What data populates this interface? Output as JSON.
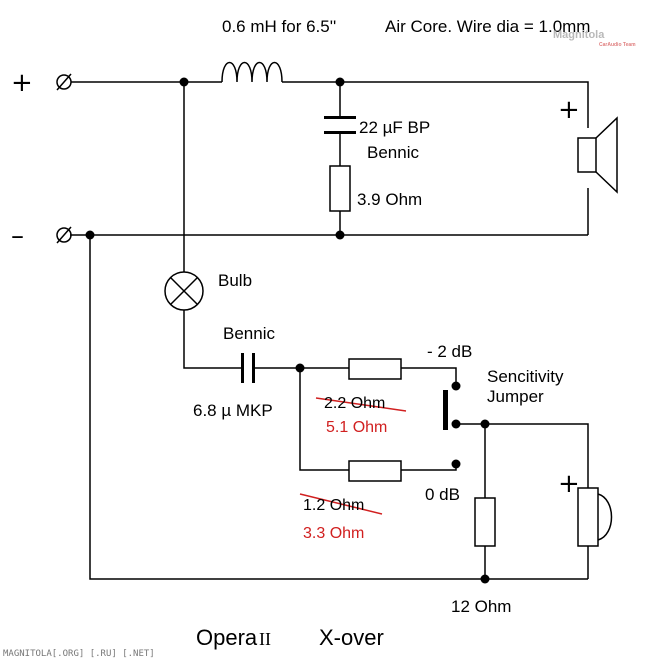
{
  "labels": {
    "inductor": "0.6 mH for 6.5''",
    "air_core": "Air  Core. Wire dia = 1.0mm",
    "cap_22": "22 µF BP",
    "cap_22_brand": "Bennic",
    "res_39": "3.9 Ohm",
    "bulb": "Bulb",
    "cap_68_brand": "Bennic",
    "cap_68": "6.8 µ MKP",
    "minus_2db": "- 2 dB",
    "jumper_line1": "Sencitivity",
    "jumper_line2": "Jumper",
    "res_22_old": "2.2 Ohm",
    "res_22_new": "5.1 Ohm",
    "zero_db": "0 dB",
    "res_12_old": "1.2 Ohm",
    "res_12_new": "3.3 Ohm",
    "res_12ohm": "12 Ohm",
    "terminal_plus": "+",
    "terminal_minus": "–",
    "woofer_plus": "+",
    "tweeter_plus": "+",
    "title_part1": "Opera",
    "title_roman": "II",
    "title_part2": "X-over",
    "footer": "MAGNITOLA[.ORG] [.RU] [.NET]",
    "watermark": "Magnitola",
    "watermark_sub": "CarAudio Team"
  },
  "colors": {
    "wire": "#000000",
    "correction": "#d12020"
  }
}
